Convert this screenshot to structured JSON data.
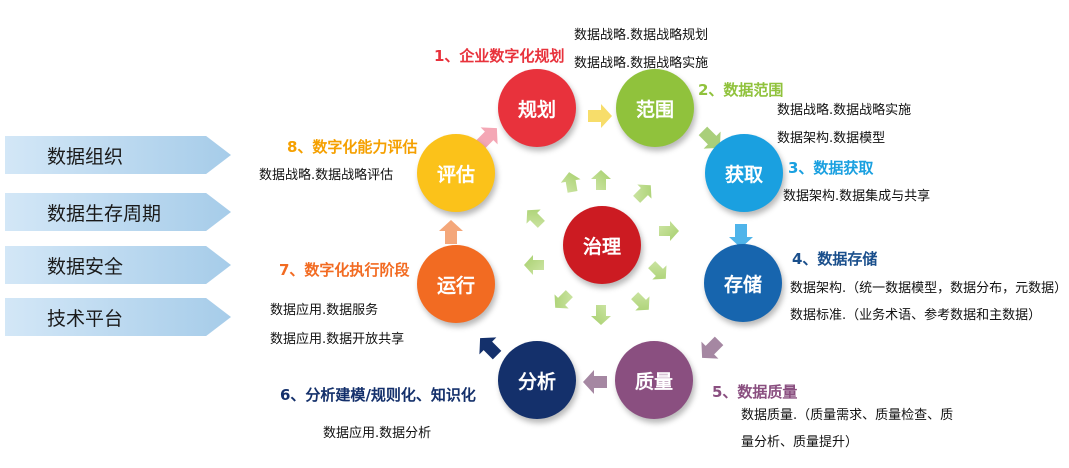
{
  "left_labels": [
    "数据组织",
    "数据生存周期",
    "数据安全",
    "技术平台"
  ],
  "center": {
    "label": "治理",
    "color": "#cc1b22"
  },
  "stages": [
    {
      "label": "规划",
      "color": "#e8323c",
      "title": "1、企业数字化规划",
      "title_color": "#e8323c",
      "notes": [
        "数据战略.数据战略规划",
        "数据战略.数据战略实施"
      ]
    },
    {
      "label": "范围",
      "color": "#90c23c",
      "title": "2、数据范围",
      "title_color": "#90c23c",
      "notes": [
        "数据战略.数据战略实施",
        "数据架构.数据模型"
      ]
    },
    {
      "label": "获取",
      "color": "#1aa0e0",
      "title": "3、数据获取",
      "title_color": "#1aa0e0",
      "notes": [
        "数据架构.数据集成与共享"
      ]
    },
    {
      "label": "存储",
      "color": "#1765ae",
      "title": "4、数据存储",
      "title_color": "#1a4f8c",
      "notes": [
        "数据架构.（统一数据模型，数据分布，元数据）",
        "数据标准.（业务术语、参考数据和主数据）"
      ]
    },
    {
      "label": "质量",
      "color": "#8a4f80",
      "title": "5、数据质量",
      "title_color": "#8a4f80",
      "notes": [
        "数据质量.（质量需求、质量检查、质",
        "量分析、质量提升）"
      ]
    },
    {
      "label": "分析",
      "color": "#14306b",
      "title": "6、分析建模/规则化、知识化",
      "title_color": "#14306b",
      "notes": [
        "数据应用.数据分析"
      ]
    },
    {
      "label": "运行",
      "color": "#f26b22",
      "title": "7、数字化执行阶段",
      "title_color": "#f26b22",
      "notes": [
        "数据应用.数据服务",
        "数据应用.数据开放共享"
      ]
    },
    {
      "label": "评估",
      "color": "#fbc21a",
      "title": "8、数字化能力评估",
      "title_color": "#f5a000",
      "notes": [
        "数据战略.数据战略评估"
      ]
    }
  ]
}
